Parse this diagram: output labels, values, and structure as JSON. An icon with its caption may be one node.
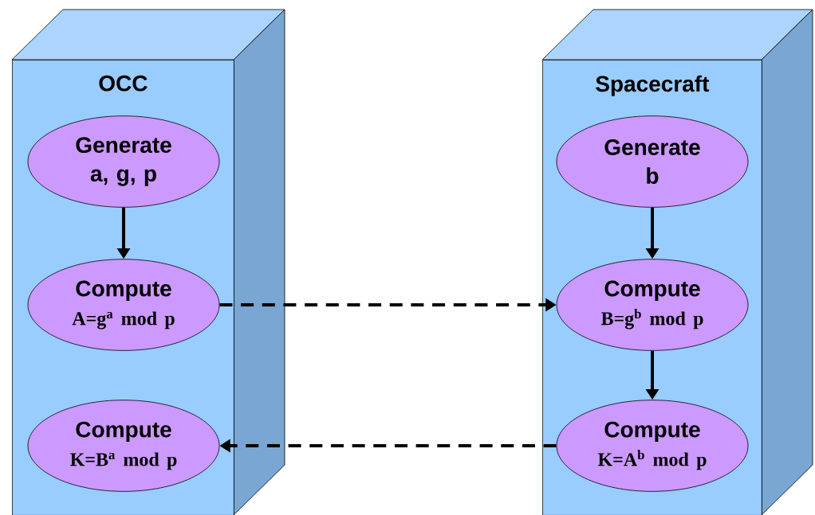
{
  "diagram": {
    "nodes": [
      {
        "text": [
          "OCC"
        ]
      },
      {
        "text": [
          "Generate a, g, p"
        ],
        "in": 0
      },
      {
        "text": [
          "Compute",
          "A=g$^{a}$ mod p"
        ],
        "in": 0
      },
      {
        "text": [
          "Compute",
          "K=B$^{a}$ mod p"
        ],
        "in": 0
      },
      {
        "text": [
          "Spacecraft"
        ]
      },
      {
        "text": [
          "Generate b"
        ],
        "in": 4
      },
      {
        "text": [
          "Compute",
          "B=g$^{b}$ mod p"
        ],
        "in": 4
      },
      {
        "text": [
          "Compute",
          "K=A$^{b}$ mod p"
        ],
        "in": 4
      }
    ],
    "edges": [
      {
        "from": 1,
        "to": 2,
        "arrow": "to"
      },
      {
        "from": 2,
        "to": 6,
        "arrow": "to",
        "style": "dashed"
      },
      {
        "from": 5,
        "to": 6,
        "arrow": "to"
      },
      {
        "from": 6,
        "to": 7,
        "arrow": "to"
      },
      {
        "from": 7,
        "to": 3,
        "arrow": "to",
        "style": "dashed"
      }
    ]
  }
}
